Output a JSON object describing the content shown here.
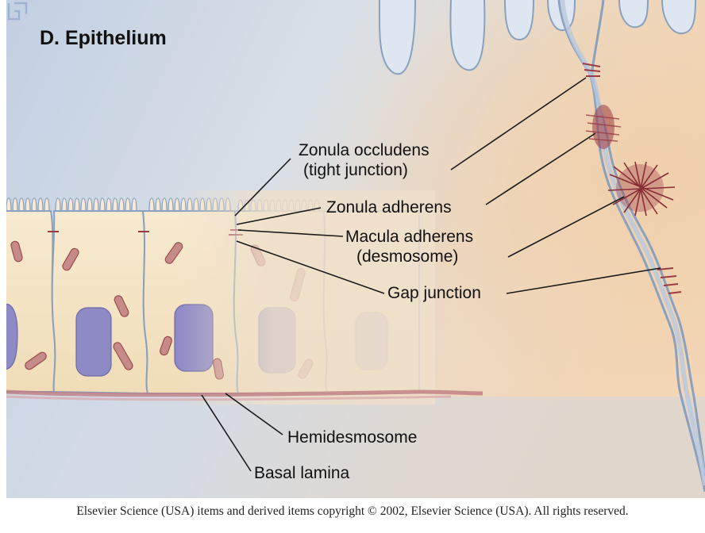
{
  "title": "D. Epithelium",
  "labels": {
    "zonula_occludens_1": "Zonula occludens",
    "zonula_occludens_2": "(tight junction)",
    "zonula_adherens": "Zonula adherens",
    "macula_adherens_1": "Macula adherens",
    "macula_adherens_2": "(desmosome)",
    "gap_junction": "Gap junction",
    "hemidesmosome": "Hemidesmosome",
    "basal_lamina": "Basal lamina"
  },
  "footer": "Elsevier Science (USA) items and derived items copyright © 2002, Elsevier Science (USA). All rights reserved.",
  "colors": {
    "background_top": "#c6d3e4",
    "background_warm": "#f1d7b8",
    "cell_fill": "#f3e4c4",
    "membrane": "#8aa0bf",
    "nucleus": "#8e8ac6",
    "mitochondria": "#b26b6b",
    "desmosome": "#9c3a44",
    "basal_lamina": "#c07c82"
  }
}
